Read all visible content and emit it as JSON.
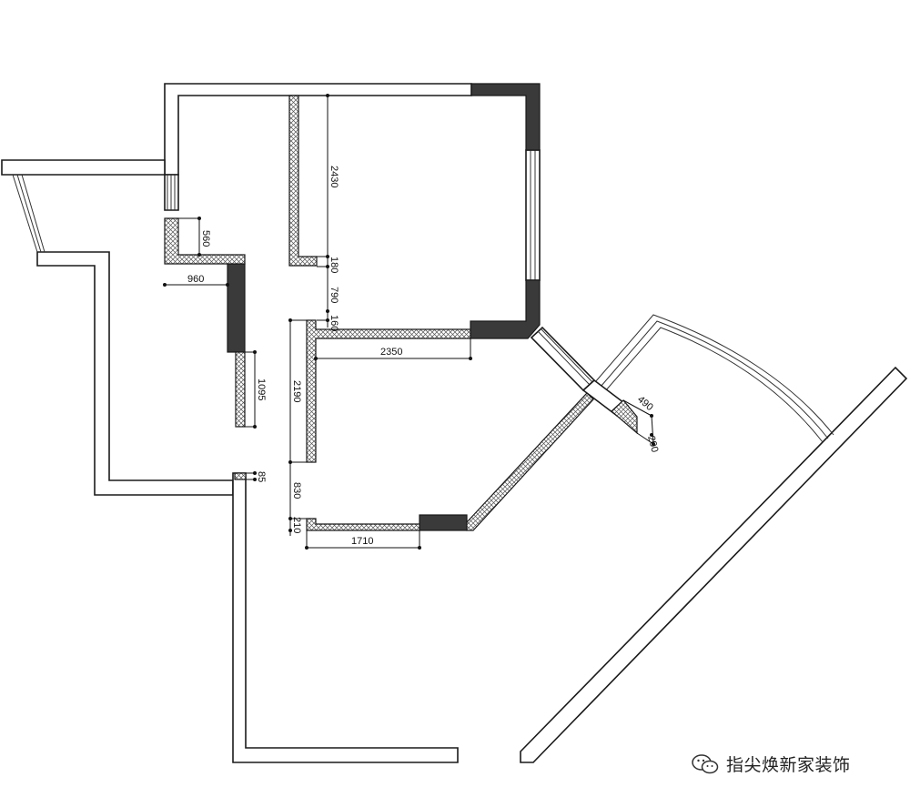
{
  "dimensions": {
    "d2430": "2430",
    "d180": "180",
    "d790": "790",
    "d160": "160",
    "d560": "560",
    "d960": "960",
    "d1095": "1095",
    "d2190": "2190",
    "d2350": "2350",
    "d85": "85",
    "d830": "830",
    "d210": "210",
    "d1710": "1710",
    "d490": "490",
    "d200": "200"
  },
  "watermark": {
    "text": "指尖焕新家装饰",
    "icon": "wechat-icon"
  }
}
